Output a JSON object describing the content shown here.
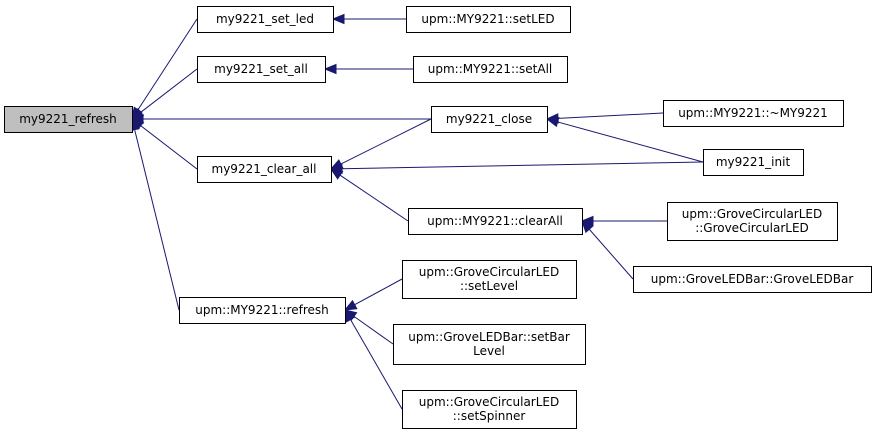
{
  "colors": {
    "edge": "#191970",
    "root_fill": "#bfbfbf",
    "node_fill": "#ffffff",
    "border": "#000000"
  },
  "nodes": [
    {
      "id": "my9221_refresh",
      "lines": [
        "my9221_refresh"
      ],
      "root": true
    },
    {
      "id": "my9221_set_led",
      "lines": [
        "my9221_set_led"
      ]
    },
    {
      "id": "setLED",
      "lines": [
        "upm::MY9221::setLED"
      ]
    },
    {
      "id": "my9221_set_all",
      "lines": [
        "my9221_set_all"
      ]
    },
    {
      "id": "setAll",
      "lines": [
        "upm::MY9221::setAll"
      ]
    },
    {
      "id": "my9221_close",
      "lines": [
        "my9221_close"
      ]
    },
    {
      "id": "dtor",
      "lines": [
        "upm::MY9221::~MY9221"
      ]
    },
    {
      "id": "my9221_clear_all",
      "lines": [
        "my9221_clear_all"
      ]
    },
    {
      "id": "my9221_init",
      "lines": [
        "my9221_init"
      ]
    },
    {
      "id": "clearAll",
      "lines": [
        "upm::MY9221::clearAll"
      ]
    },
    {
      "id": "gcl_ctor",
      "lines": [
        "upm::GroveCircularLED",
        "::GroveCircularLED"
      ]
    },
    {
      "id": "glb_ctor",
      "lines": [
        "upm::GroveLEDBar::GroveLEDBar"
      ]
    },
    {
      "id": "refresh",
      "lines": [
        "upm::MY9221::refresh"
      ]
    },
    {
      "id": "gcl_setLevel",
      "lines": [
        "upm::GroveCircularLED",
        "::setLevel"
      ]
    },
    {
      "id": "glb_setBarLevel",
      "lines": [
        "upm::GroveLEDBar::setBar",
        "Level"
      ]
    },
    {
      "id": "gcl_setSpinner",
      "lines": [
        "upm::GroveCircularLED",
        "::setSpinner"
      ]
    }
  ],
  "edges": [
    {
      "from": "my9221_set_led",
      "to": "my9221_refresh"
    },
    {
      "from": "my9221_set_all",
      "to": "my9221_refresh"
    },
    {
      "from": "my9221_close",
      "to": "my9221_refresh"
    },
    {
      "from": "my9221_clear_all",
      "to": "my9221_refresh"
    },
    {
      "from": "refresh",
      "to": "my9221_refresh"
    },
    {
      "from": "setLED",
      "to": "my9221_set_led"
    },
    {
      "from": "setAll",
      "to": "my9221_set_all"
    },
    {
      "from": "my9221_close",
      "to": "my9221_clear_all"
    },
    {
      "from": "my9221_init",
      "to": "my9221_clear_all"
    },
    {
      "from": "clearAll",
      "to": "my9221_clear_all"
    },
    {
      "from": "dtor",
      "to": "my9221_close"
    },
    {
      "from": "my9221_init",
      "to": "my9221_close"
    },
    {
      "from": "gcl_ctor",
      "to": "clearAll"
    },
    {
      "from": "glb_ctor",
      "to": "clearAll"
    },
    {
      "from": "gcl_setLevel",
      "to": "refresh"
    },
    {
      "from": "glb_setBarLevel",
      "to": "refresh"
    },
    {
      "from": "gcl_setSpinner",
      "to": "refresh"
    }
  ]
}
